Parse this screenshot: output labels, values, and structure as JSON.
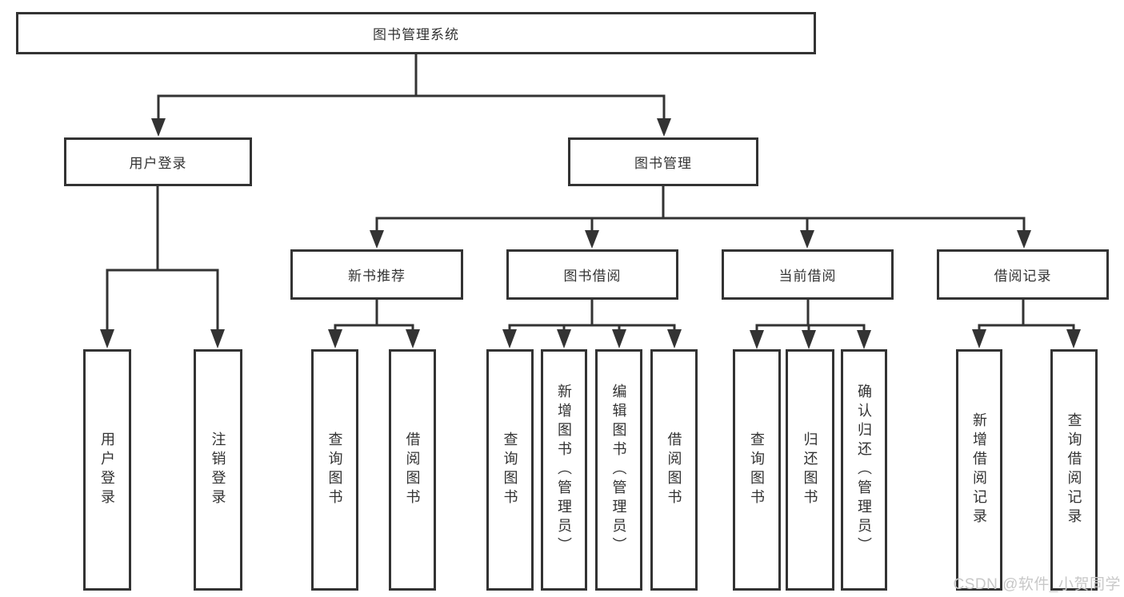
{
  "colors": {
    "background": "#ffffff",
    "box_bg": "#ffffff",
    "line": "#333333",
    "text": "#333333",
    "watermark": "#c8c8c8"
  },
  "watermark": {
    "text": "CSDN @软件_小贺同学"
  },
  "tree": {
    "root": {
      "label": "图书管理系统"
    },
    "branches": [
      {
        "label": "用户登录",
        "children": [
          {
            "label": "用户登录"
          },
          {
            "label": "注销登录"
          }
        ]
      },
      {
        "label": "图书管理",
        "children": [
          {
            "label": "新书推荐",
            "children": [
              {
                "label": "查询图书"
              },
              {
                "label": "借阅图书"
              }
            ]
          },
          {
            "label": "图书借阅",
            "children": [
              {
                "label": "查询图书"
              },
              {
                "label": "新增图书（管理员）"
              },
              {
                "label": "编辑图书（管理员）"
              },
              {
                "label": "借阅图书"
              }
            ]
          },
          {
            "label": "当前借阅",
            "children": [
              {
                "label": "查询图书"
              },
              {
                "label": "归还图书"
              },
              {
                "label": "确认归还（管理员）"
              }
            ]
          },
          {
            "label": "借阅记录",
            "children": [
              {
                "label": "新增借阅记录"
              },
              {
                "label": "查询借阅记录"
              }
            ]
          }
        ]
      }
    ]
  }
}
